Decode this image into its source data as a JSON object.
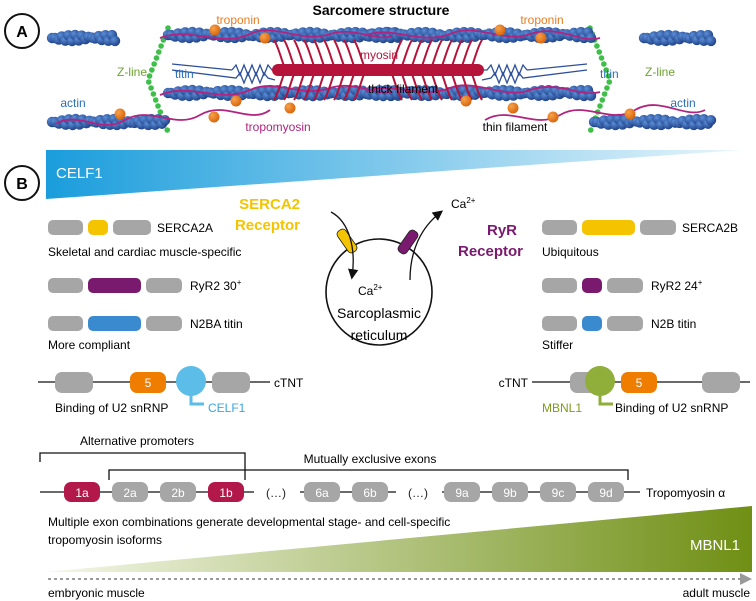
{
  "panel_a": {
    "badge": "A",
    "title": "Sarcomere structure",
    "labels": {
      "troponin": "troponin",
      "myosin": "myosin",
      "z_line": "Z-line",
      "titin": "titin",
      "actin": "actin",
      "thick_filament": "thick filament",
      "tropomyosin": "tropomyosin",
      "thin_filament": "thin filament"
    }
  },
  "panel_b": {
    "badge": "B",
    "celf1": "CELF1",
    "mbnl1": "MBNL1",
    "serca2_receptor": [
      "SERCA2",
      "Receptor"
    ],
    "ryr_receptor": [
      "RyR",
      "Receptor"
    ],
    "ca_top": "Ca",
    "ca_bottom": "Ca",
    "ca_charge": "2+",
    "sr_label": [
      "Sarcoplasmic",
      "reticulum"
    ],
    "left_isoforms": {
      "serca": "SERCA2A",
      "serca_note": "Skeletal and cardiac muscle-specific",
      "ryr_base": "RyR2 30",
      "ryr_sup": "+",
      "titin": "N2BA titin",
      "titin_note": "More compliant"
    },
    "right_isoforms": {
      "serca": "SERCA2B",
      "serca_note": "Ubiquitous",
      "ryr_base": "RyR2 24",
      "ryr_sup": "+",
      "titin": "N2B titin",
      "titin_note": "Stiffer"
    },
    "ctnt_left": {
      "gene": "cTNT",
      "exon": "5",
      "protein": "CELF1",
      "note": "Binding of U2 snRNP"
    },
    "ctnt_right": {
      "gene": "cTNT",
      "exon": "5",
      "protein": "MBNL1",
      "note": "Binding of U2 snRNP"
    },
    "tropomyosin": {
      "alt_promoters": "Alternative promoters",
      "mutually_exclusive": "Mutually exclusive exons",
      "gene": "Tropomyosin α",
      "exons": [
        "1a",
        "2a",
        "2b",
        "1b",
        "(…)",
        "6a",
        "6b",
        "(…)",
        "9a",
        "9b",
        "9c",
        "9d"
      ],
      "note": [
        "Multiple exon combinations generate developmental stage- and cell-specific",
        "tropomyosin isoforms"
      ]
    },
    "axis": {
      "start": "embryonic muscle",
      "end": "adult muscle"
    }
  },
  "colors": {
    "celf1_blue": "#1ea0dc",
    "mbnl1_green": "#7e9c1c",
    "serca_yellow": "#f5c400",
    "ryr_purple": "#7a1a6e",
    "titin_blue": "#3a8ad0",
    "exon_orange": "#ee7d00",
    "crimson": "#b3184a",
    "myosin_red": "#b5133a",
    "actin_blue": "#2c5aa8",
    "gray": "#a6a6a6"
  }
}
